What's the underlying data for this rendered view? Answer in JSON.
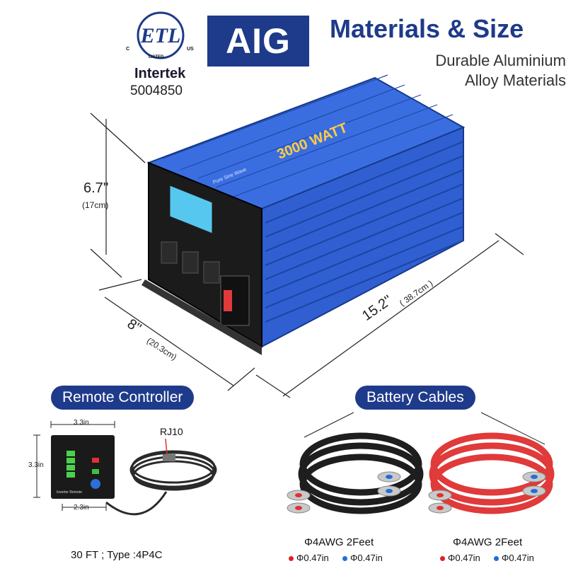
{
  "cert": {
    "logo_text": "ETL",
    "c_mark": "C",
    "us_mark": "US",
    "listed": "LISTED",
    "lab": "Intertek",
    "number": "5004850"
  },
  "brand": "AIG",
  "header": {
    "title": "Materials & Size",
    "subtitle_line1": "Durable Aluminium",
    "subtitle_line2": "Alloy Materials"
  },
  "product": {
    "label": "3000 WATT",
    "wave_label": "Pure Sine Wave"
  },
  "dimensions": {
    "height_in": "6.7''",
    "height_cm": "(17cm)",
    "width_in": "8''",
    "width_cm": "(20.3cm)",
    "length_in": "15.2''",
    "length_cm": "( 38.7cm )"
  },
  "remote": {
    "title": "Remote Controller",
    "width": "3.3in",
    "height": "3.3in",
    "inner_width": "2.3in",
    "connector": "RJ10",
    "panel_label": "Inverter Remote",
    "cable_spec": "30 FT ; Type :4P4C"
  },
  "cables": {
    "title": "Battery Cables",
    "left": {
      "spec": "Φ4AWG 2Feet",
      "red_hole": "Φ0.47in",
      "blue_hole": "Φ0.47in"
    },
    "right": {
      "spec": "Φ4AWG 2Feet",
      "red_hole": "Φ0.47in",
      "blue_hole": "Φ0.47in"
    }
  },
  "colors": {
    "brand_blue": "#1e3a8a",
    "body_blue": "#2f5fd0",
    "cable_red": "#e03a3a",
    "cable_black": "#222222",
    "dot_red": "#e32020",
    "dot_blue": "#1f6fd6"
  }
}
